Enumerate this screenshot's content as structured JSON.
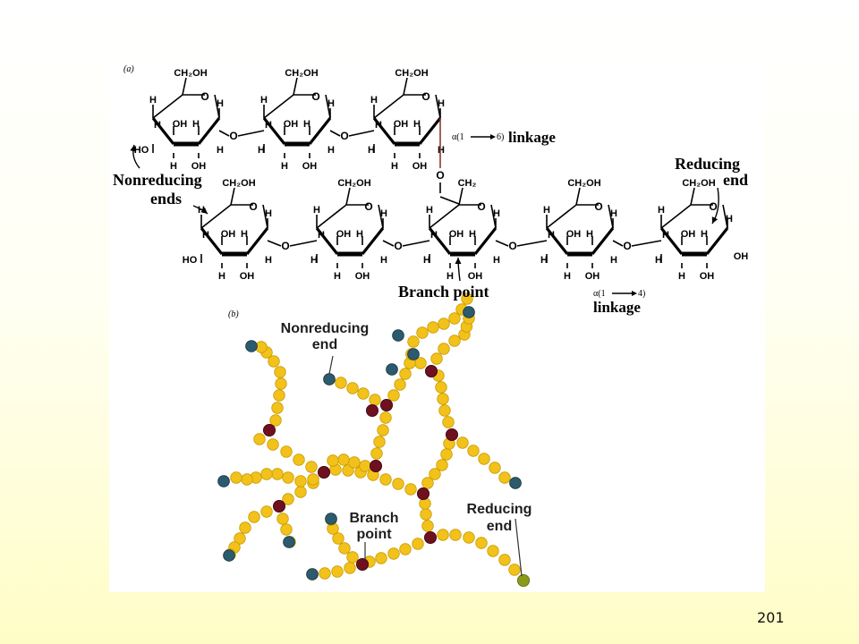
{
  "slide": {
    "page_number": "201"
  },
  "panel_a": {
    "label": "(a)",
    "group_ch2oh": "CH₂OH",
    "group_ch2": "CH₂",
    "atom_h": "H",
    "group_oh": "OH",
    "group_ho": "HO",
    "atom_o": "O",
    "linkage_16_alpha": "α(1",
    "linkage_16_num": "6)",
    "linkage_16_word": "linkage",
    "linkage_14_alpha": "α(1",
    "linkage_14_num": "4)",
    "linkage_14_word": "linkage",
    "nonreducing_line1": "Nonreducing",
    "nonreducing_line2": "ends",
    "reducing_line1": "Reducing",
    "reducing_line2": "end",
    "branch_point": "Branch point"
  },
  "panel_b": {
    "label": "(b)",
    "nonreducing_line1": "Nonreducing",
    "nonreducing_line2": "end",
    "branch_line1": "Branch",
    "branch_line2": "point",
    "reducing_line1": "Reducing",
    "reducing_line2": "end",
    "colors": {
      "glucose": "#f2c21b",
      "glucose_edge": "#c99a00",
      "branch": "#6e1020",
      "nonreducing": "#2c5a6e",
      "reducing": "#8c9a1c"
    }
  }
}
